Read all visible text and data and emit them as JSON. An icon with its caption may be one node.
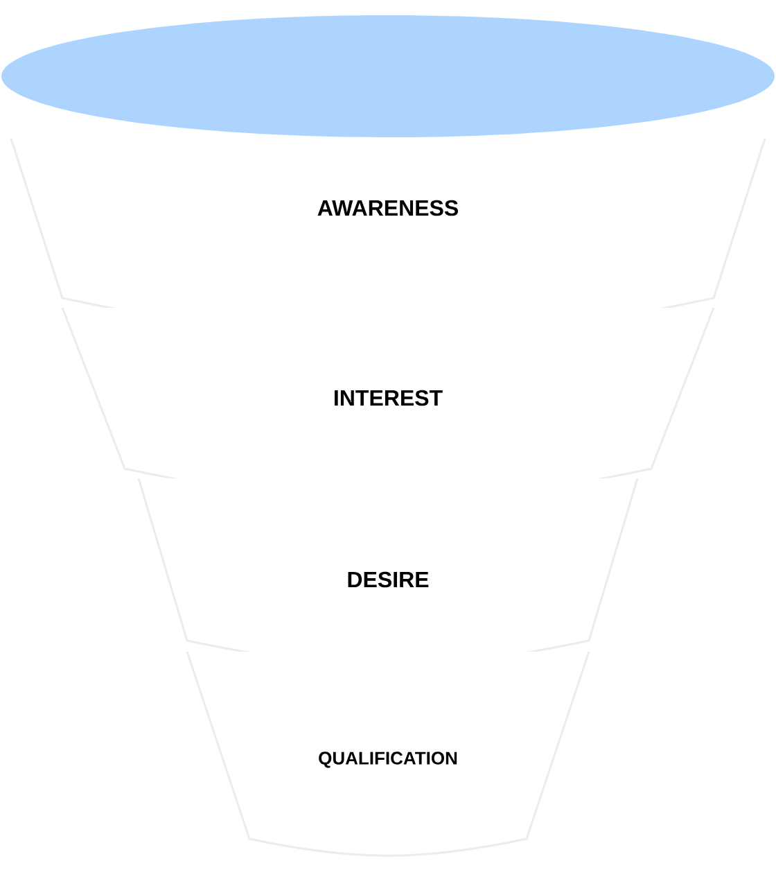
{
  "diagram": {
    "nodes": [
      {
        "text": [],
        "shape": "ellipse"
      },
      {
        "text": [
          "AWARENESS"
        ]
      },
      {
        "text": [
          "INTEREST"
        ]
      },
      {
        "text": [
          "DESIRE"
        ]
      },
      {
        "text": [
          "QUALIFICATION"
        ]
      }
    ]
  }
}
